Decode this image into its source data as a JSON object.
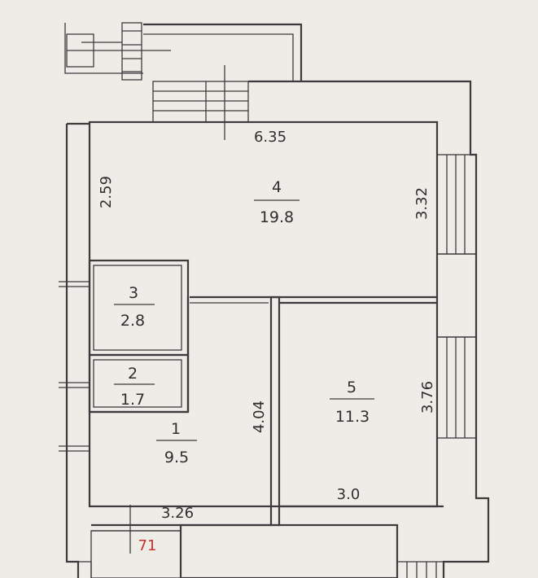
{
  "rooms": [
    {
      "number": "4",
      "area": "19.8"
    },
    {
      "number": "3",
      "area": "2.8"
    },
    {
      "number": "2",
      "area": "1.7"
    },
    {
      "number": "1",
      "area": "9.5"
    },
    {
      "number": "5",
      "area": "11.3"
    }
  ],
  "dimensions": {
    "top_width": "6.35",
    "left_room4": "2.59",
    "right_room4": "3.32",
    "room1_height": "4.04",
    "room5_height": "3.76",
    "room1_width": "3.26",
    "room5_width": "3.0"
  },
  "marker_red": "71",
  "colors": {
    "background": "#eeece6",
    "lines": "#3c3a3c",
    "marker": "#c2312d"
  }
}
